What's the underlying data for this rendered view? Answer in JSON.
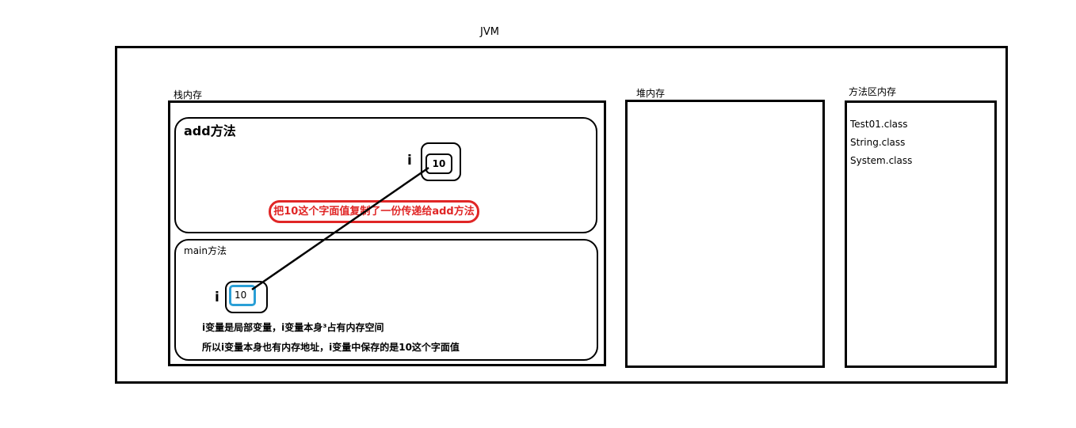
{
  "jvm": {
    "title": "JVM"
  },
  "stack": {
    "label": "栈内存",
    "add_method": {
      "title": "add方法",
      "var_name": "i",
      "var_value": "10",
      "copy_note": "把10这个字面值复制了一份传递给add方法"
    },
    "main_method": {
      "title": "main方法",
      "var_name": "i",
      "var_value": "10",
      "note_1": "i变量是局部变量，i变量本身³占有内存空间",
      "note_2": "所以i变量本身也有内存地址，i变量中保存的是10这个字面值"
    }
  },
  "heap": {
    "label": "堆内存"
  },
  "method_area": {
    "label": "方法区内存",
    "classes": [
      "Test01.class",
      "String.class",
      "System.class"
    ]
  },
  "colors": {
    "annotation_red": "#e02626",
    "variable_highlight_blue": "#2a9fd6",
    "outline": "#000000"
  }
}
